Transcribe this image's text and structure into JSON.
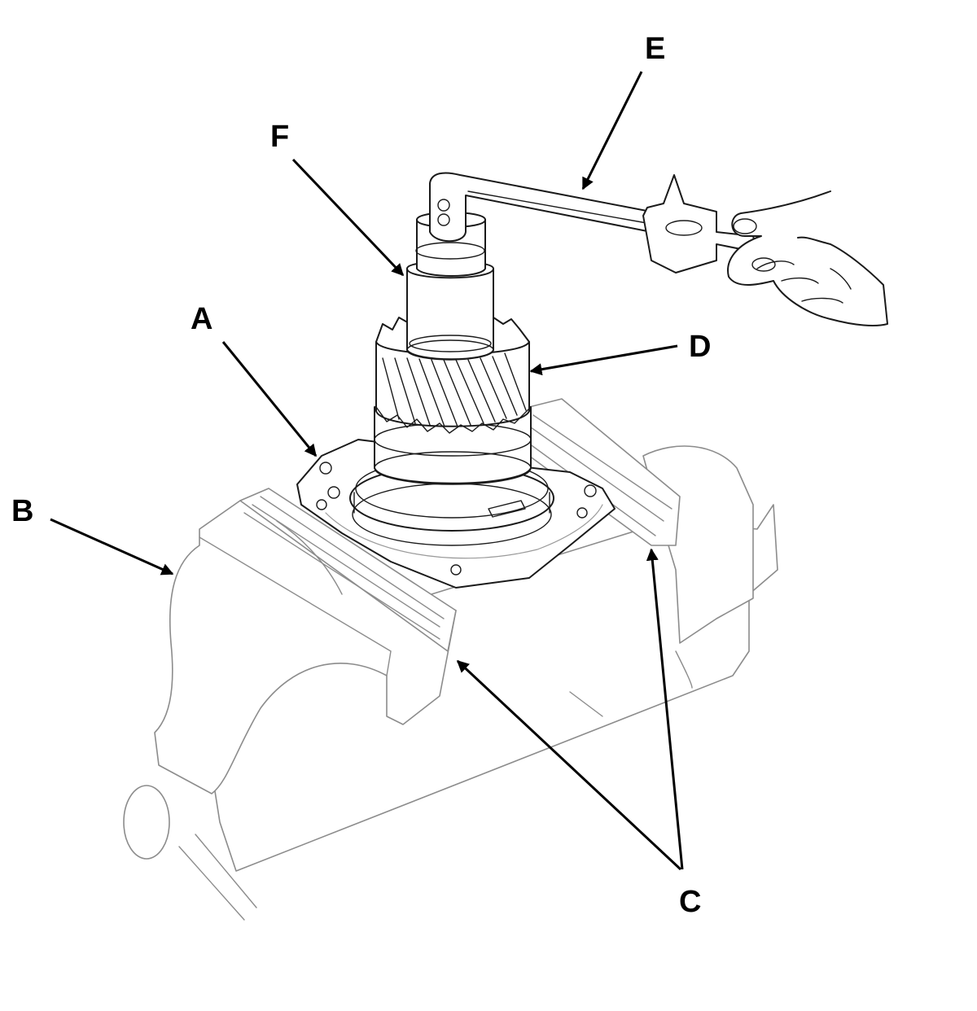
{
  "callouts": {
    "a": "A",
    "b": "B",
    "c": "C",
    "d": "D",
    "e": "E",
    "f": "F"
  },
  "colors": {
    "line": "#1a1a1a",
    "vise": "#8c8c8c",
    "background": "#ffffff"
  }
}
